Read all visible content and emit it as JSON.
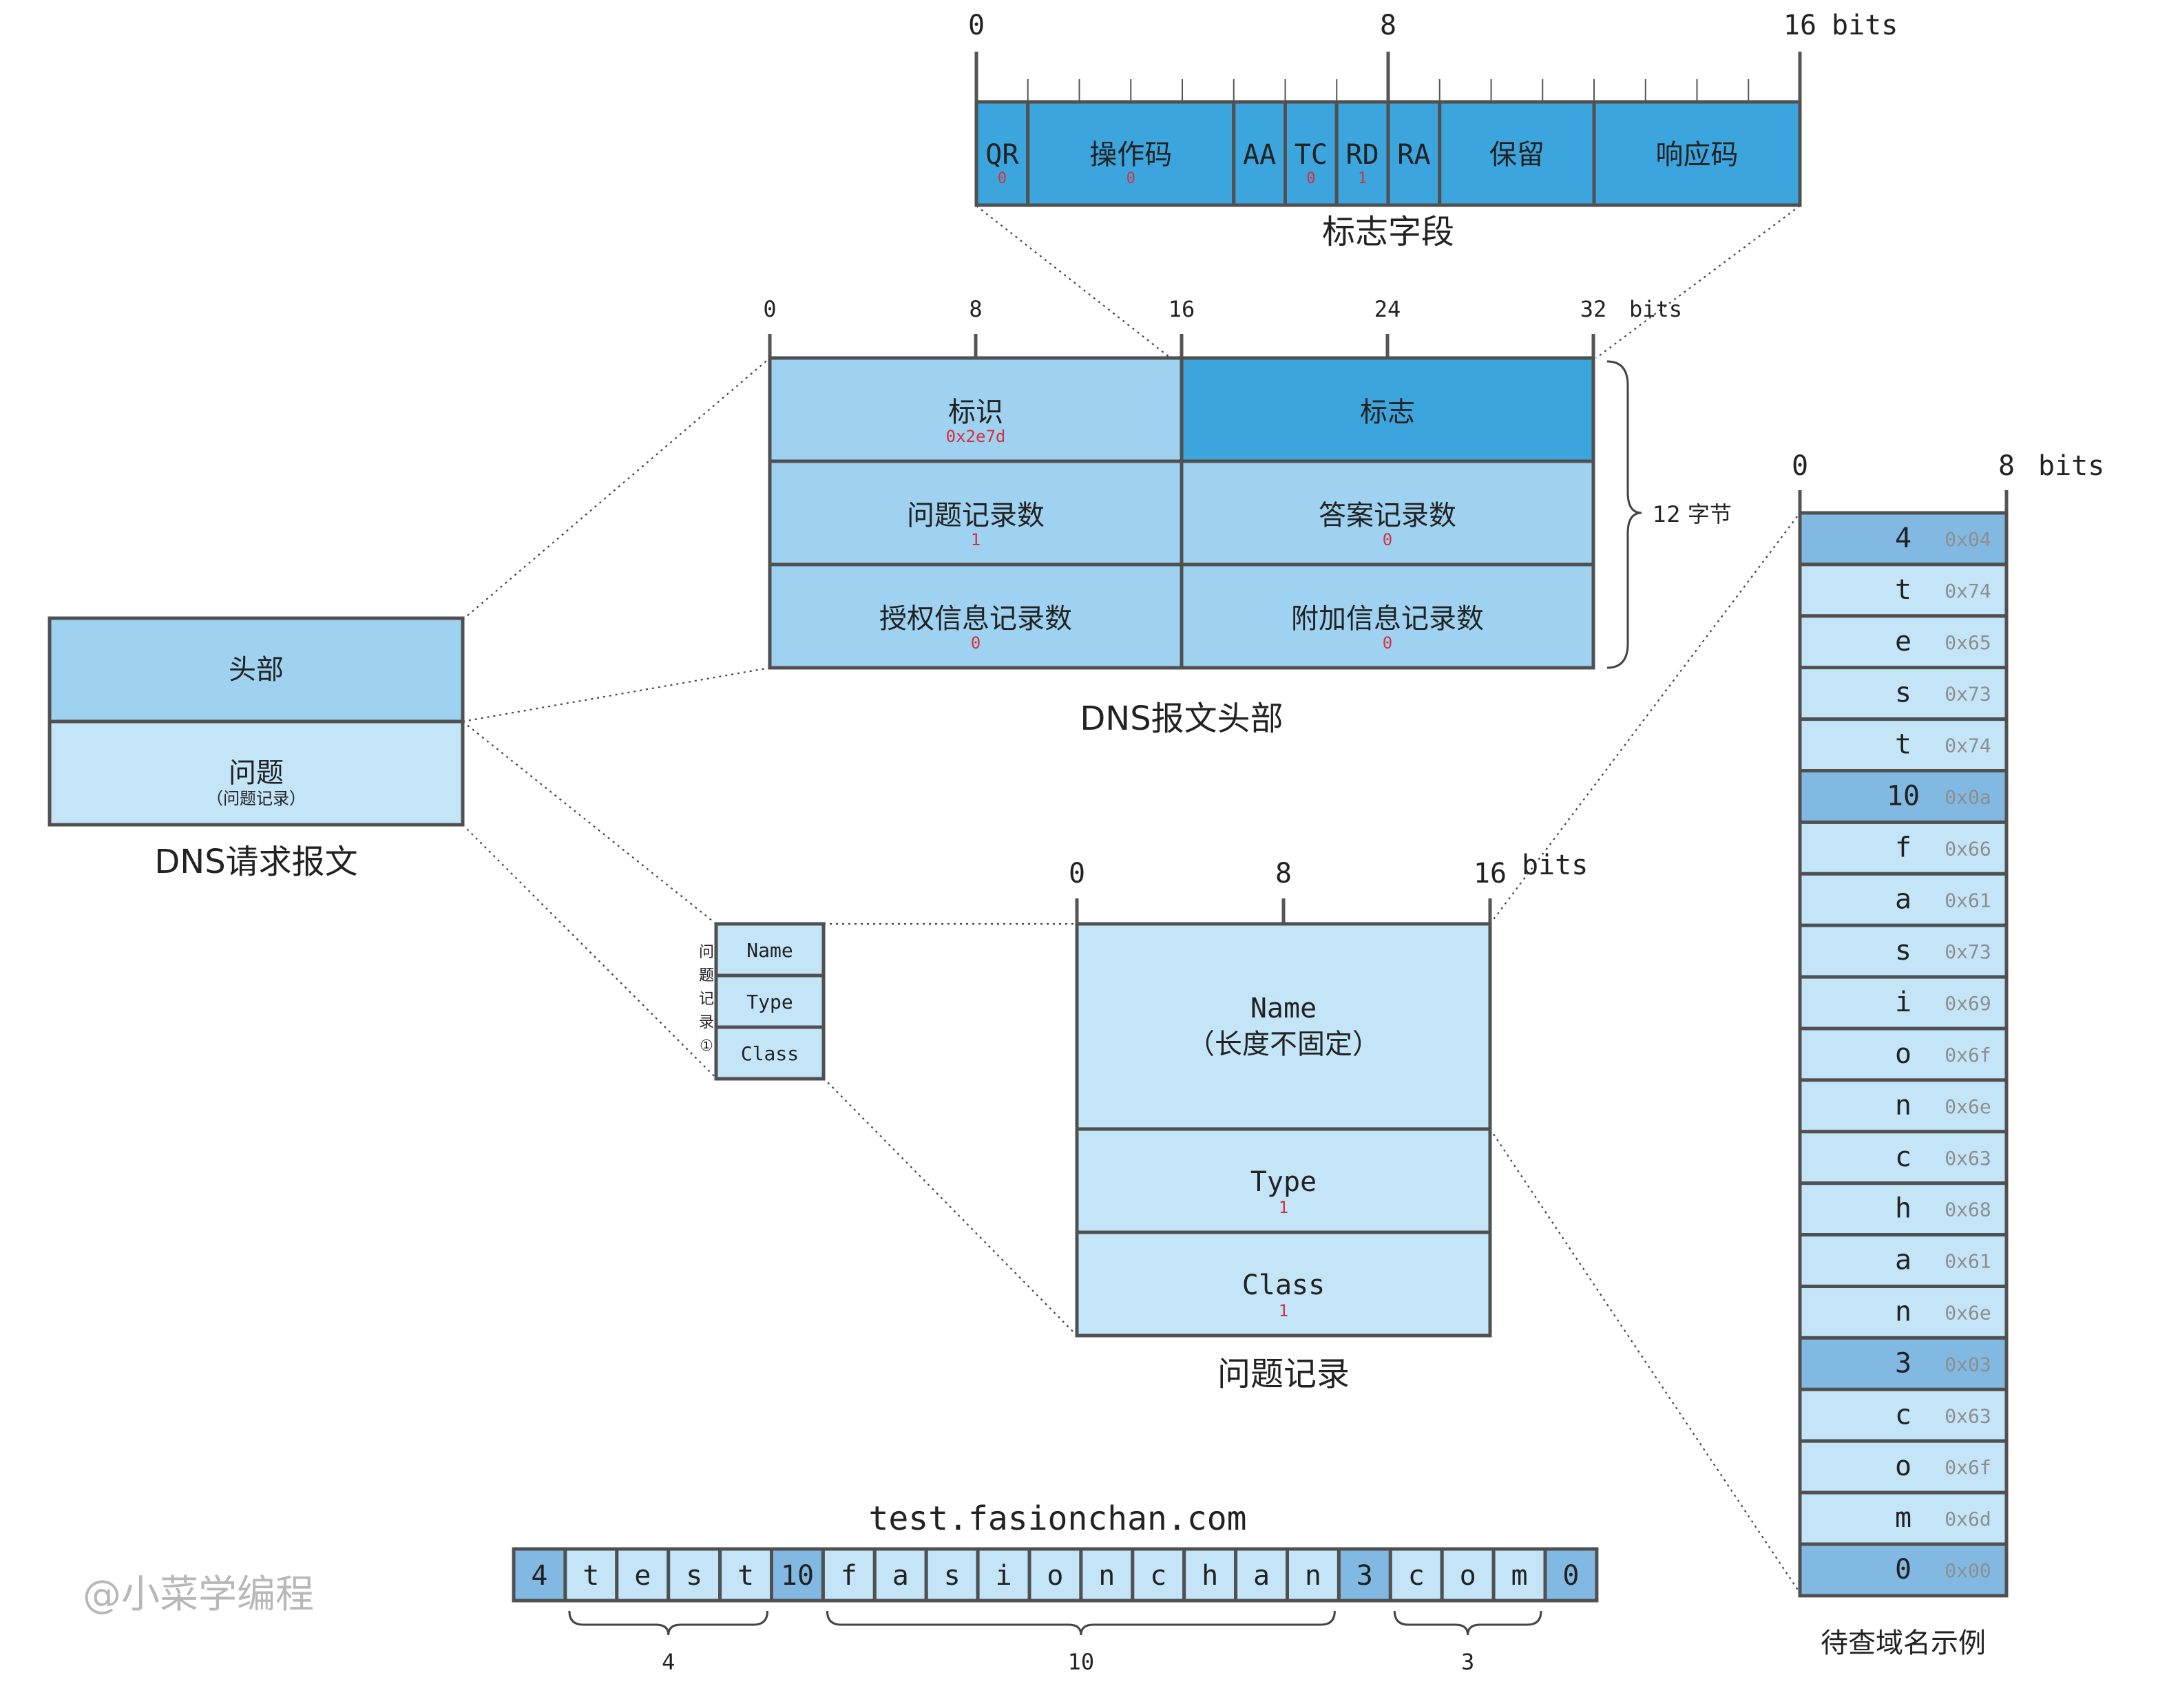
{
  "colors": {
    "dark": "#3ca5dd",
    "mid": "#9ed2f0",
    "light": "#c4e5f8",
    "char_highlight": "#82b9e2",
    "stroke": "#505050",
    "red": "#d5303f",
    "hex_gray": "#8e8e8e",
    "watermark": "#b8b8b8"
  },
  "flags": {
    "caption": "标志字段",
    "axis": {
      "start": "0",
      "mid": "8",
      "end": "16",
      "unit": "bits"
    },
    "cells": [
      {
        "label": "QR",
        "value": "0",
        "span": 1
      },
      {
        "label": "操作码",
        "value": "0",
        "span": 4
      },
      {
        "label": "AA",
        "value": "",
        "span": 1
      },
      {
        "label": "TC",
        "value": "0",
        "span": 1
      },
      {
        "label": "RD",
        "value": "1",
        "span": 1
      },
      {
        "label": "RA",
        "value": "",
        "span": 1
      },
      {
        "label": "保留",
        "value": "",
        "span": 3
      },
      {
        "label": "响应码",
        "value": "",
        "span": 4
      }
    ]
  },
  "header": {
    "caption": "DNS报文头部",
    "axis": {
      "t0": "0",
      "t8": "8",
      "t16": "16",
      "t24": "24",
      "t32": "32",
      "unit": "bits"
    },
    "brace_label": "12 字节",
    "cells": [
      {
        "label": "标识",
        "value": "0x2e7d"
      },
      {
        "label": "标志",
        "value": ""
      },
      {
        "label": "问题记录数",
        "value": "1"
      },
      {
        "label": "答案记录数",
        "value": "0"
      },
      {
        "label": "授权信息记录数",
        "value": "0"
      },
      {
        "label": "附加信息记录数",
        "value": "0"
      }
    ]
  },
  "request": {
    "caption": "DNS请求报文",
    "header_label": "头部",
    "question_label": "问题",
    "question_sub": "（问题记录）"
  },
  "mini_record": {
    "side_label": [
      "问",
      "题",
      "记",
      "录",
      "①"
    ],
    "rows": [
      "Name",
      "Type",
      "Class"
    ]
  },
  "question": {
    "caption": "问题记录",
    "axis": {
      "start": "0",
      "mid": "8",
      "end": "16",
      "unit": "bits"
    },
    "name_label": "Name",
    "name_sub": "（长度不固定）",
    "type_label": "Type",
    "type_value": "1",
    "class_label": "Class",
    "class_value": "1"
  },
  "domain_bytes": {
    "caption": "待查域名示例",
    "axis": {
      "start": "0",
      "end": "8",
      "unit": "bits"
    },
    "bytes": [
      {
        "char": "4",
        "hex": "0x04",
        "length": true
      },
      {
        "char": "t",
        "hex": "0x74",
        "length": false
      },
      {
        "char": "e",
        "hex": "0x65",
        "length": false
      },
      {
        "char": "s",
        "hex": "0x73",
        "length": false
      },
      {
        "char": "t",
        "hex": "0x74",
        "length": false
      },
      {
        "char": "10",
        "hex": "0x0a",
        "length": true
      },
      {
        "char": "f",
        "hex": "0x66",
        "length": false
      },
      {
        "char": "a",
        "hex": "0x61",
        "length": false
      },
      {
        "char": "s",
        "hex": "0x73",
        "length": false
      },
      {
        "char": "i",
        "hex": "0x69",
        "length": false
      },
      {
        "char": "o",
        "hex": "0x6f",
        "length": false
      },
      {
        "char": "n",
        "hex": "0x6e",
        "length": false
      },
      {
        "char": "c",
        "hex": "0x63",
        "length": false
      },
      {
        "char": "h",
        "hex": "0x68",
        "length": false
      },
      {
        "char": "a",
        "hex": "0x61",
        "length": false
      },
      {
        "char": "n",
        "hex": "0x6e",
        "length": false
      },
      {
        "char": "3",
        "hex": "0x03",
        "length": true
      },
      {
        "char": "c",
        "hex": "0x63",
        "length": false
      },
      {
        "char": "o",
        "hex": "0x6f",
        "length": false
      },
      {
        "char": "m",
        "hex": "0x6d",
        "length": false
      },
      {
        "char": "0",
        "hex": "0x00",
        "length": true
      }
    ]
  },
  "domain_strip": {
    "title": "test.fasionchan.com",
    "groups": [
      {
        "label": "4",
        "from": 1,
        "to": 4
      },
      {
        "label": "10",
        "from": 6,
        "to": 15
      },
      {
        "label": "3",
        "from": 17,
        "to": 19
      }
    ]
  },
  "watermark": "@小菜学编程"
}
